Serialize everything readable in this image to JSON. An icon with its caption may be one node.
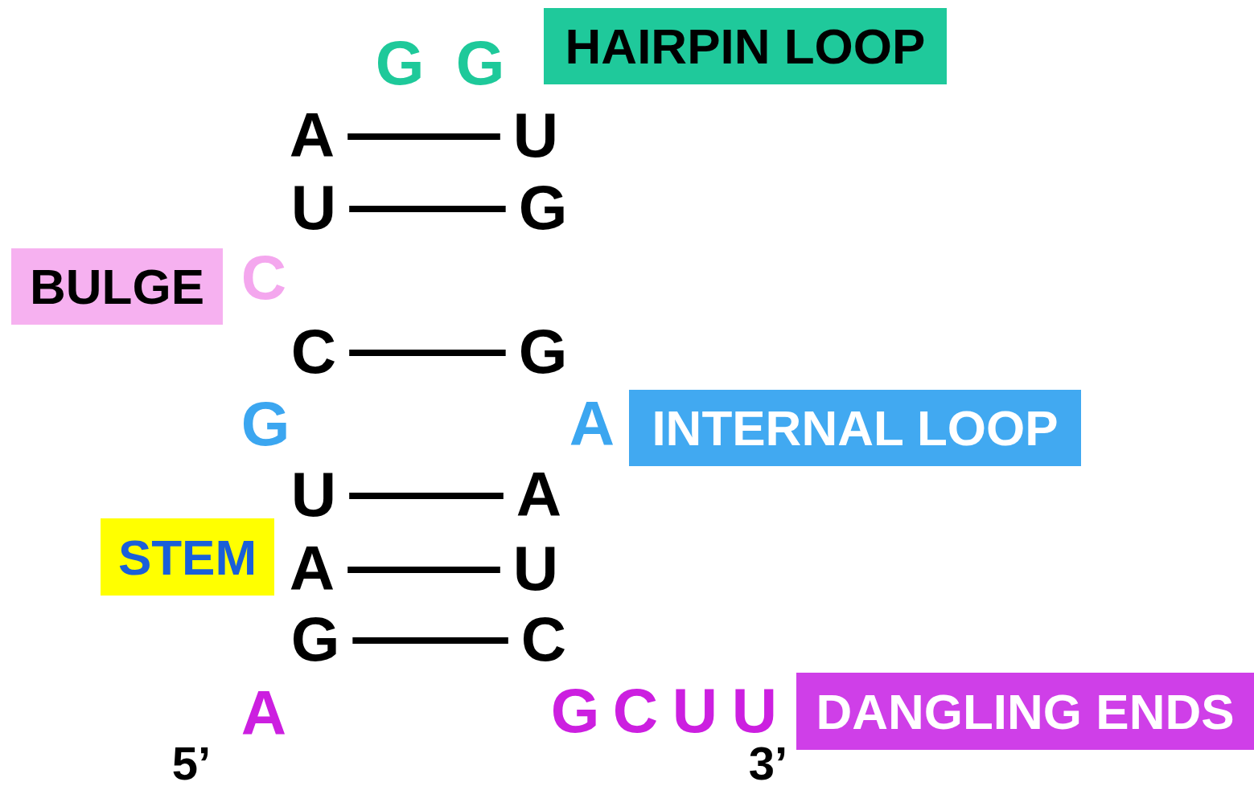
{
  "diagram": {
    "nodes": [
      {
        "text": [
          "HAIRPIN LOOP"
        ]
      },
      {
        "text": [
          "BULGE"
        ]
      },
      {
        "text": [
          "INTERNAL LOOP"
        ]
      },
      {
        "text": [
          "STEM"
        ]
      },
      {
        "text": [
          "DANGLING ENDS"
        ]
      },
      {
        "text": [
          "A"
        ]
      },
      {
        "text": [
          "U"
        ]
      },
      {
        "text": [
          "U"
        ]
      },
      {
        "text": [
          "G"
        ]
      },
      {
        "text": [
          "C"
        ]
      },
      {
        "text": [
          "G"
        ]
      },
      {
        "text": [
          "U"
        ]
      },
      {
        "text": [
          "A"
        ]
      },
      {
        "text": [
          "A"
        ]
      },
      {
        "text": [
          "U"
        ]
      },
      {
        "text": [
          "G"
        ]
      },
      {
        "text": [
          "C"
        ]
      }
    ],
    "edges": [
      {
        "from": 5,
        "to": 6,
        "arrow": "none"
      },
      {
        "from": 7,
        "to": 8,
        "arrow": "none"
      },
      {
        "from": 9,
        "to": 10,
        "arrow": "none"
      },
      {
        "from": 11,
        "to": 12,
        "arrow": "none"
      },
      {
        "from": 13,
        "to": 14,
        "arrow": "none"
      },
      {
        "from": 15,
        "to": 16,
        "arrow": "none"
      }
    ],
    "labels": [
      "G",
      "G",
      "C",
      "G",
      "A",
      "A",
      "G",
      "C",
      "U",
      "U",
      "5’",
      "3’"
    ]
  }
}
